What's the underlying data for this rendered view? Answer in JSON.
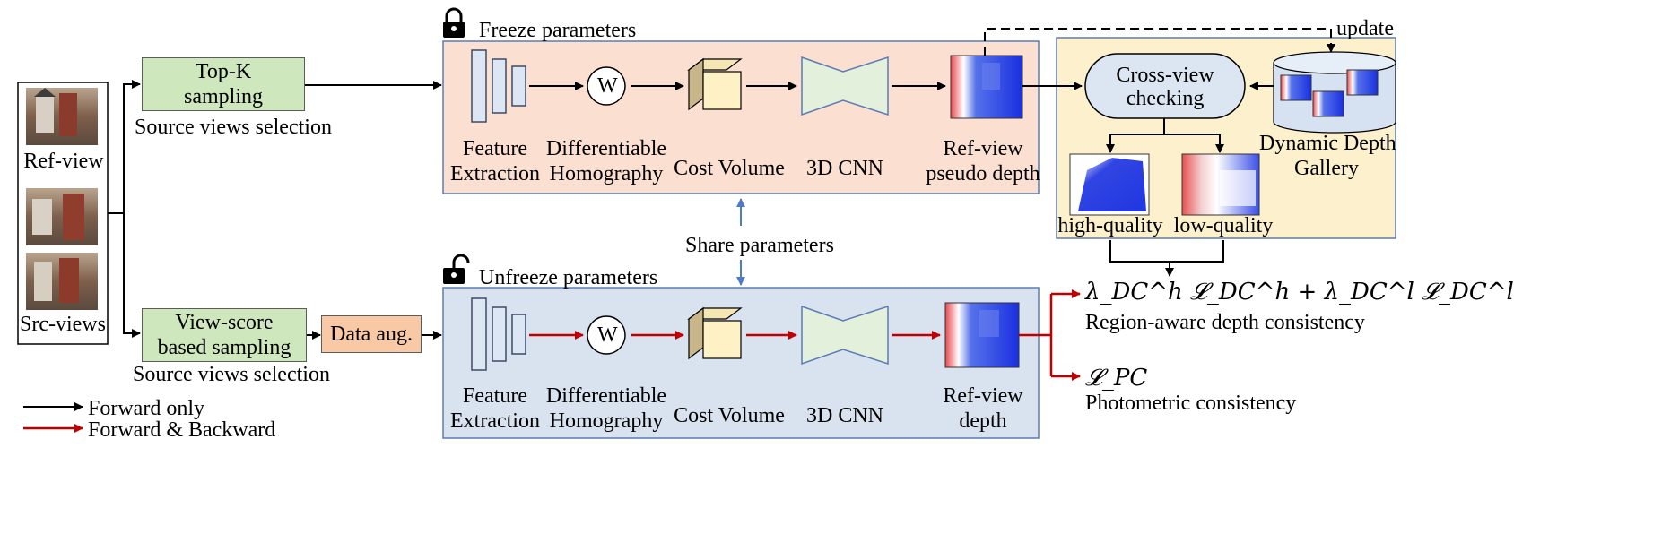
{
  "left_panel": {
    "ref_label": "Ref-view",
    "src_label": "Src-views"
  },
  "top_branch": {
    "sampling_line1": "Top-K",
    "sampling_line2": "sampling",
    "selection_caption": "Source views selection"
  },
  "bottom_branch": {
    "sampling_line1": "View-score",
    "sampling_line2": "based sampling",
    "selection_caption": "Source views selection",
    "data_aug": "Data aug."
  },
  "frozen_panel": {
    "title": "Freeze parameters",
    "feature": [
      "Feature",
      "Extraction"
    ],
    "homography": [
      "Differentiable",
      "Homography"
    ],
    "warp_symbol": "W",
    "cost_volume": "Cost Volume",
    "cnn": "3D CNN",
    "output": [
      "Ref-view",
      "pseudo depth"
    ]
  },
  "trainable_panel": {
    "title": "Unfreeze parameters",
    "feature": [
      "Feature",
      "Extraction"
    ],
    "homography": [
      "Differentiable",
      "Homography"
    ],
    "warp_symbol": "W",
    "cost_volume": "Cost Volume",
    "cnn": "3D CNN",
    "output": [
      "Ref-view",
      "depth"
    ]
  },
  "share_label": "Share parameters",
  "update_label": "update",
  "gallery_panel": {
    "check_line1": "Cross-view",
    "check_line2": "checking",
    "gallery": [
      "Dynamic Depth",
      "Gallery"
    ],
    "high_quality": "high-quality",
    "low_quality": "low-quality"
  },
  "losses": {
    "region_formula": "λ_DC^h 𝓛_DC^h + λ_DC^l 𝓛_DC^l",
    "region_caption": "Region-aware depth consistency",
    "photo_formula": "𝓛_PC",
    "photo_caption": "Photometric consistency"
  },
  "legend": {
    "forward": "Forward only",
    "forward_backward": "Forward & Backward"
  },
  "colors": {
    "frozen_bg": "#fbe0d2",
    "trainable_bg": "#d9e3f0",
    "gallery_bg": "#fdf0cc",
    "panel_border": "#5a7bb5",
    "sampling_fill": "#cfe7bd",
    "data_aug_fill": "#f9c9a6",
    "check_fill": "#dce6f3",
    "cube_front": "#fff1c6",
    "cnn_fill": "#e3f0dc",
    "feature_fill": "#dce7f3",
    "forward_arrow": "#000000",
    "backward_arrow": "#c00000",
    "share_arrow": "#4f7ac7"
  }
}
